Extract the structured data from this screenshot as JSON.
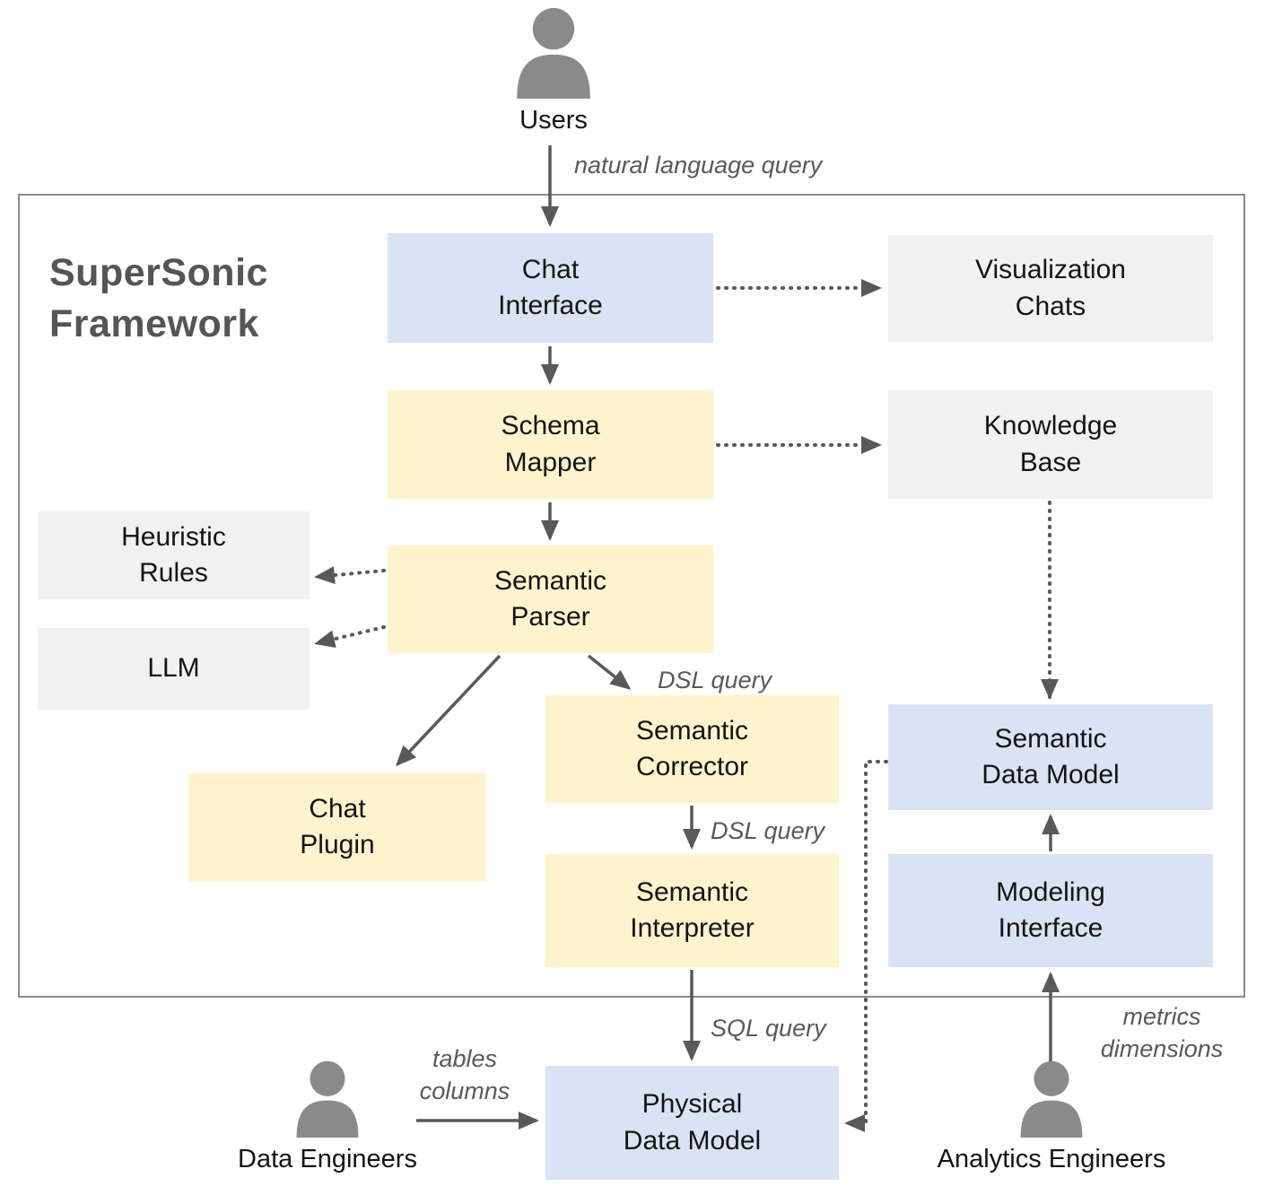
{
  "frame": {
    "title": "SuperSonic\nFramework"
  },
  "actors": {
    "users": {
      "label": "Users"
    },
    "data_engineers": {
      "label": "Data Engineers"
    },
    "analytics_engineers": {
      "label": "Analytics Engineers"
    }
  },
  "nodes": {
    "chat_interface": {
      "label": "Chat\nInterface",
      "color": "#dae3f3"
    },
    "visualization_chats": {
      "label": "Visualization\nChats",
      "color": "#f1f1f1"
    },
    "schema_mapper": {
      "label": "Schema\nMapper",
      "color": "#fff3cd"
    },
    "knowledge_base": {
      "label": "Knowledge\nBase",
      "color": "#f1f1f1"
    },
    "heuristic_rules": {
      "label": "Heuristic\nRules",
      "color": "#f1f1f1"
    },
    "semantic_parser": {
      "label": "Semantic\nParser",
      "color": "#fff3cd"
    },
    "llm": {
      "label": "LLM",
      "color": "#f1f1f1"
    },
    "chat_plugin": {
      "label": "Chat\nPlugin",
      "color": "#fff3cd"
    },
    "semantic_corrector": {
      "label": "Semantic\nCorrector",
      "color": "#fff3cd"
    },
    "semantic_interpreter": {
      "label": "Semantic\nInterpreter",
      "color": "#fff3cd"
    },
    "physical_data_model": {
      "label": "Physical\nData Model",
      "color": "#dae3f3"
    },
    "semantic_data_model": {
      "label": "Semantic\nData Model",
      "color": "#dae3f3"
    },
    "modeling_interface": {
      "label": "Modeling\nInterface",
      "color": "#dae3f3"
    }
  },
  "edges": {
    "natural_language_query": {
      "label": "natural language query"
    },
    "dsl_query_parser_to_corrector": {
      "label": "DSL query"
    },
    "dsl_query_corrector_to_interpreter": {
      "label": "DSL query"
    },
    "sql_query": {
      "label": "SQL query"
    },
    "tables_columns": {
      "label": "tables\ncolumns"
    },
    "metrics_dimensions": {
      "label": "metrics\ndimensions"
    }
  },
  "colors": {
    "node_blue": "#dae3f3",
    "node_yellow": "#fff3cd",
    "node_gray": "#f1f1f1",
    "arrow": "#595959",
    "frame_border": "#8a8a8a",
    "person_icon": "#8a8a8a",
    "text": "#141414",
    "title_text": "#555555"
  }
}
